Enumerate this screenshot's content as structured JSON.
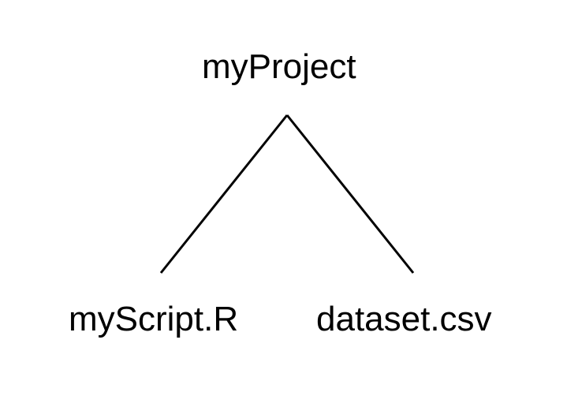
{
  "tree": {
    "root": {
      "label": "myProject",
      "icon": "folder"
    },
    "children": [
      {
        "label": "myScript.R",
        "icon": "file"
      },
      {
        "label": "dataset.csv",
        "icon": "file"
      }
    ]
  },
  "colors": {
    "background": "#ffffff",
    "text": "#000000",
    "edge": "#000000"
  }
}
